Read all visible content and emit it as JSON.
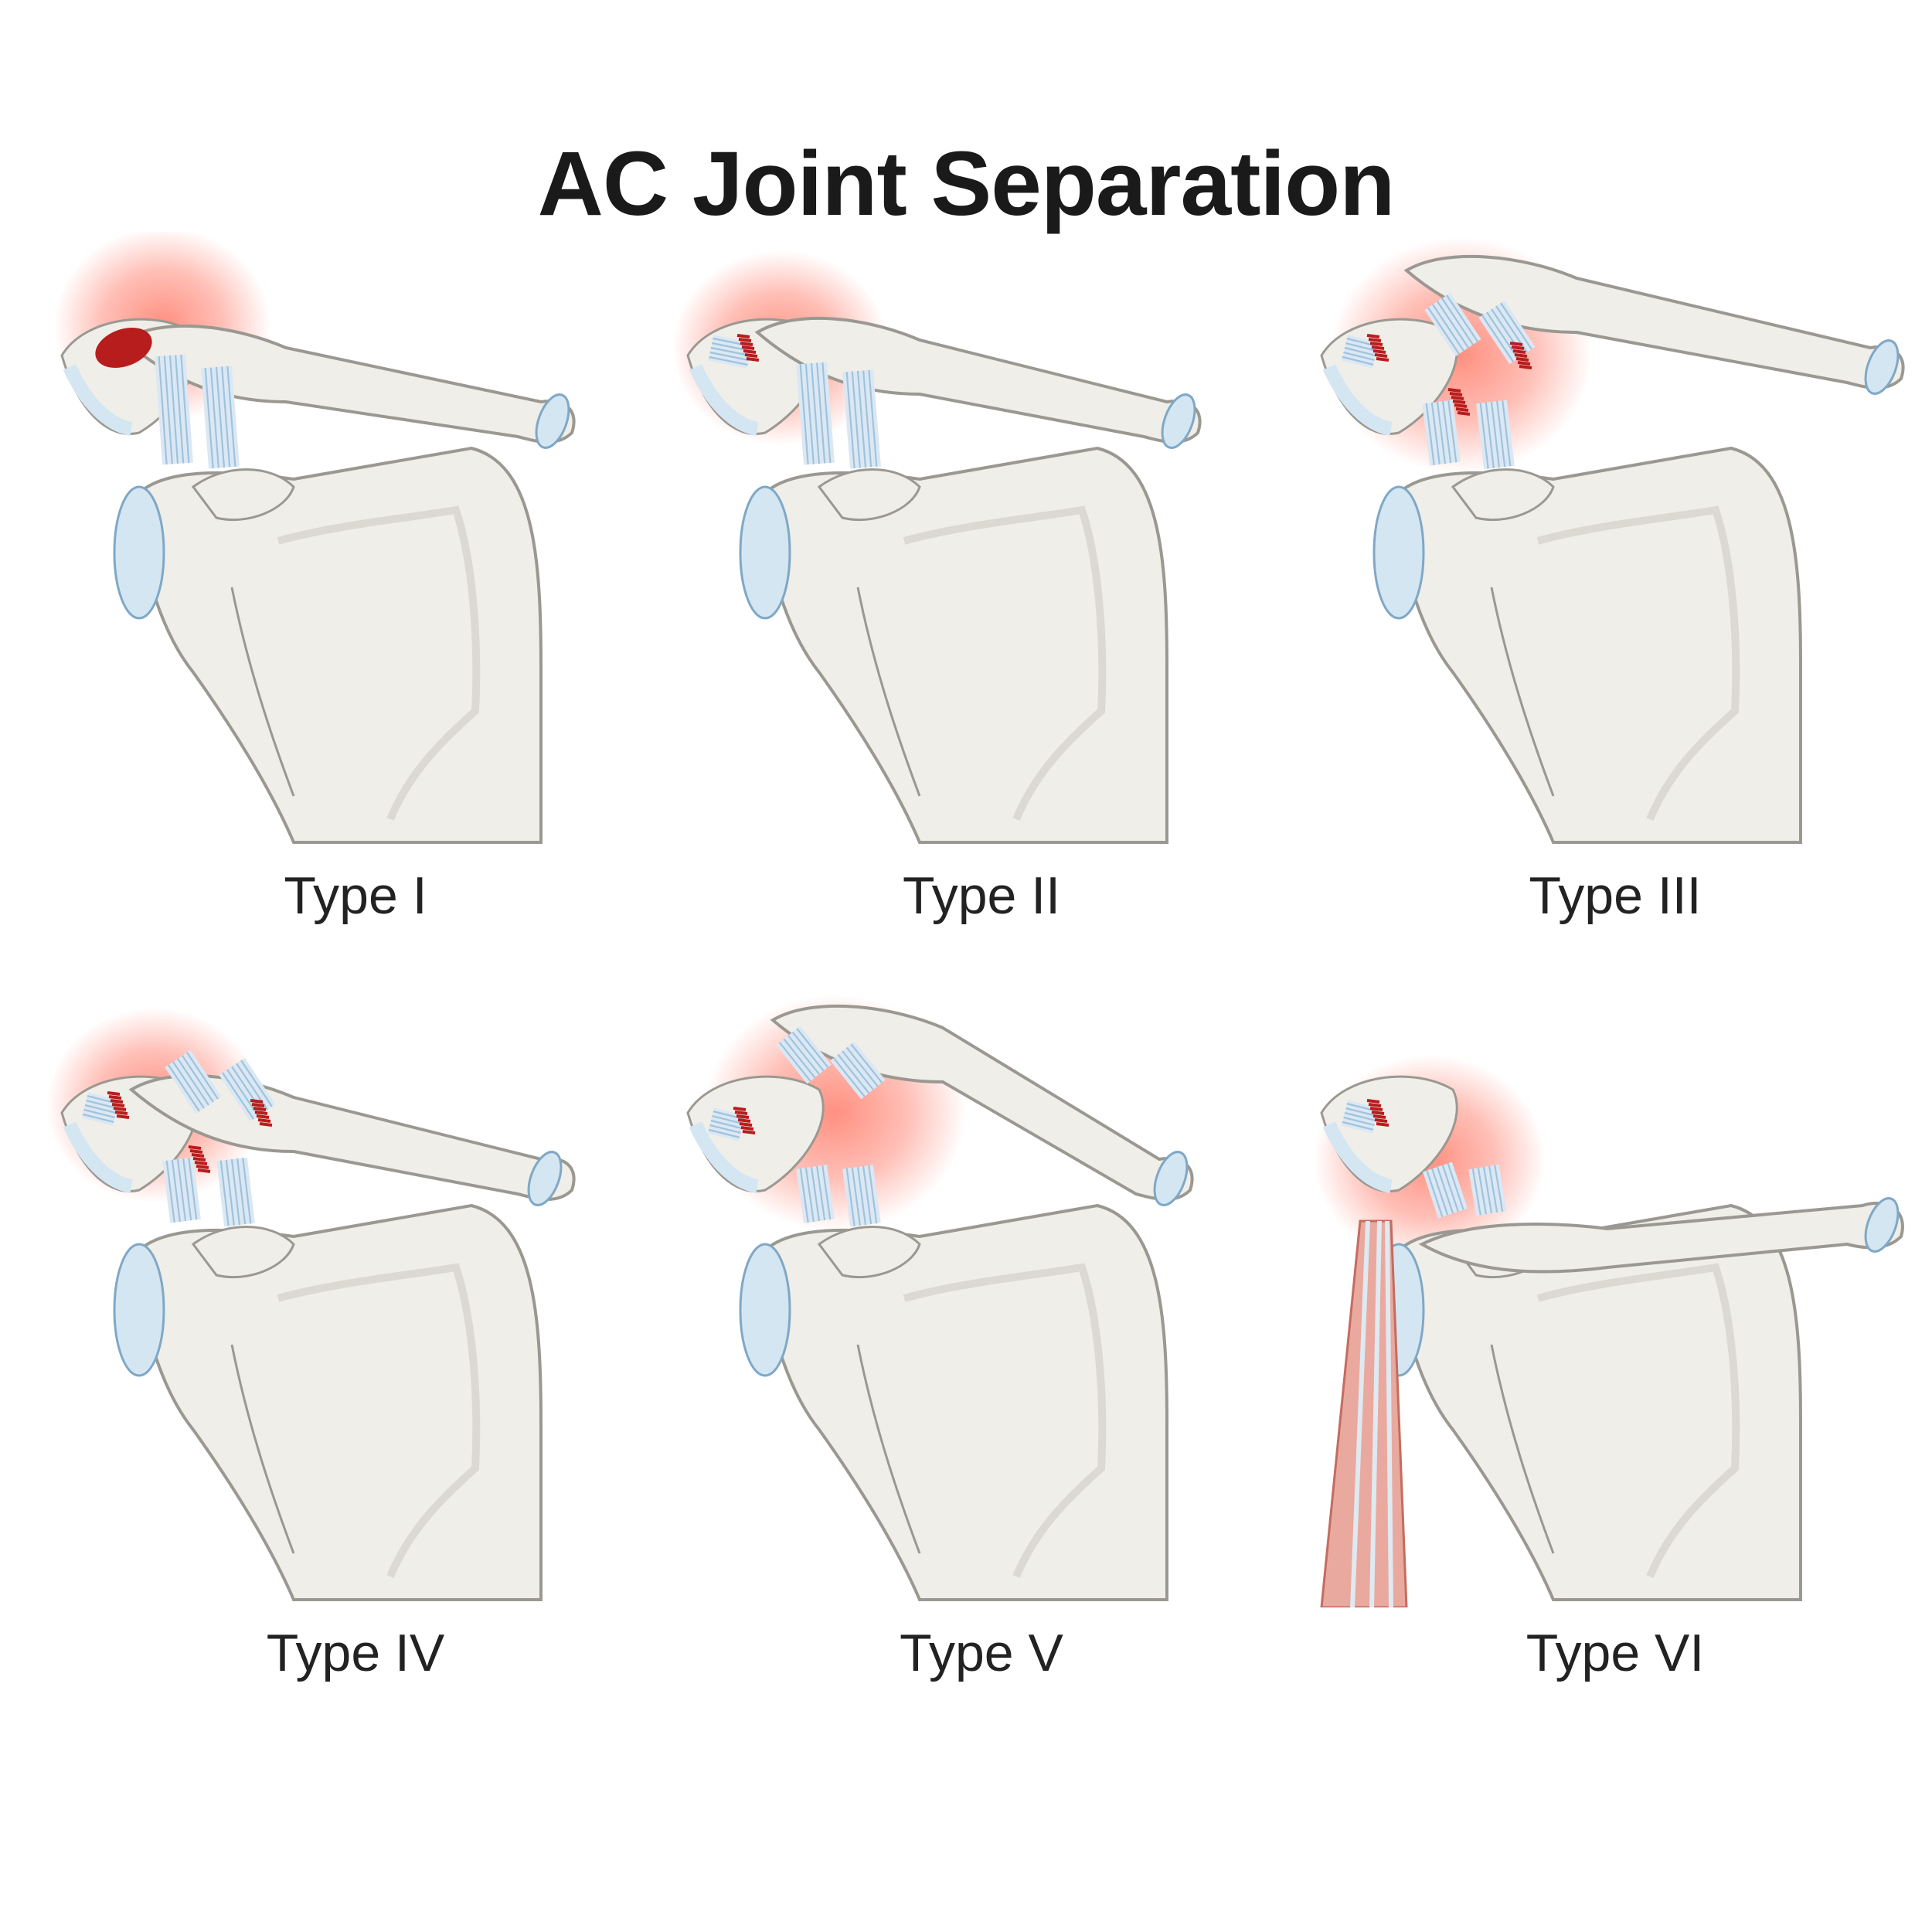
{
  "title": "AC Joint Separation",
  "colors": {
    "bone": "#f0eee8",
    "bone_outline": "#9b9892",
    "cartilage": "#d4e6f2",
    "ligament": "#dbe8f3",
    "injury_glow": "#ff8a7a",
    "torn_end": "#b81d1d",
    "muscle": "#e9a99e"
  },
  "panels": [
    {
      "label": "Type I",
      "variant": 1
    },
    {
      "label": "Type II",
      "variant": 2
    },
    {
      "label": "Type III",
      "variant": 3
    },
    {
      "label": "Type IV",
      "variant": 4
    },
    {
      "label": "Type V",
      "variant": 5
    },
    {
      "label": "Type VI",
      "variant": 6
    }
  ]
}
